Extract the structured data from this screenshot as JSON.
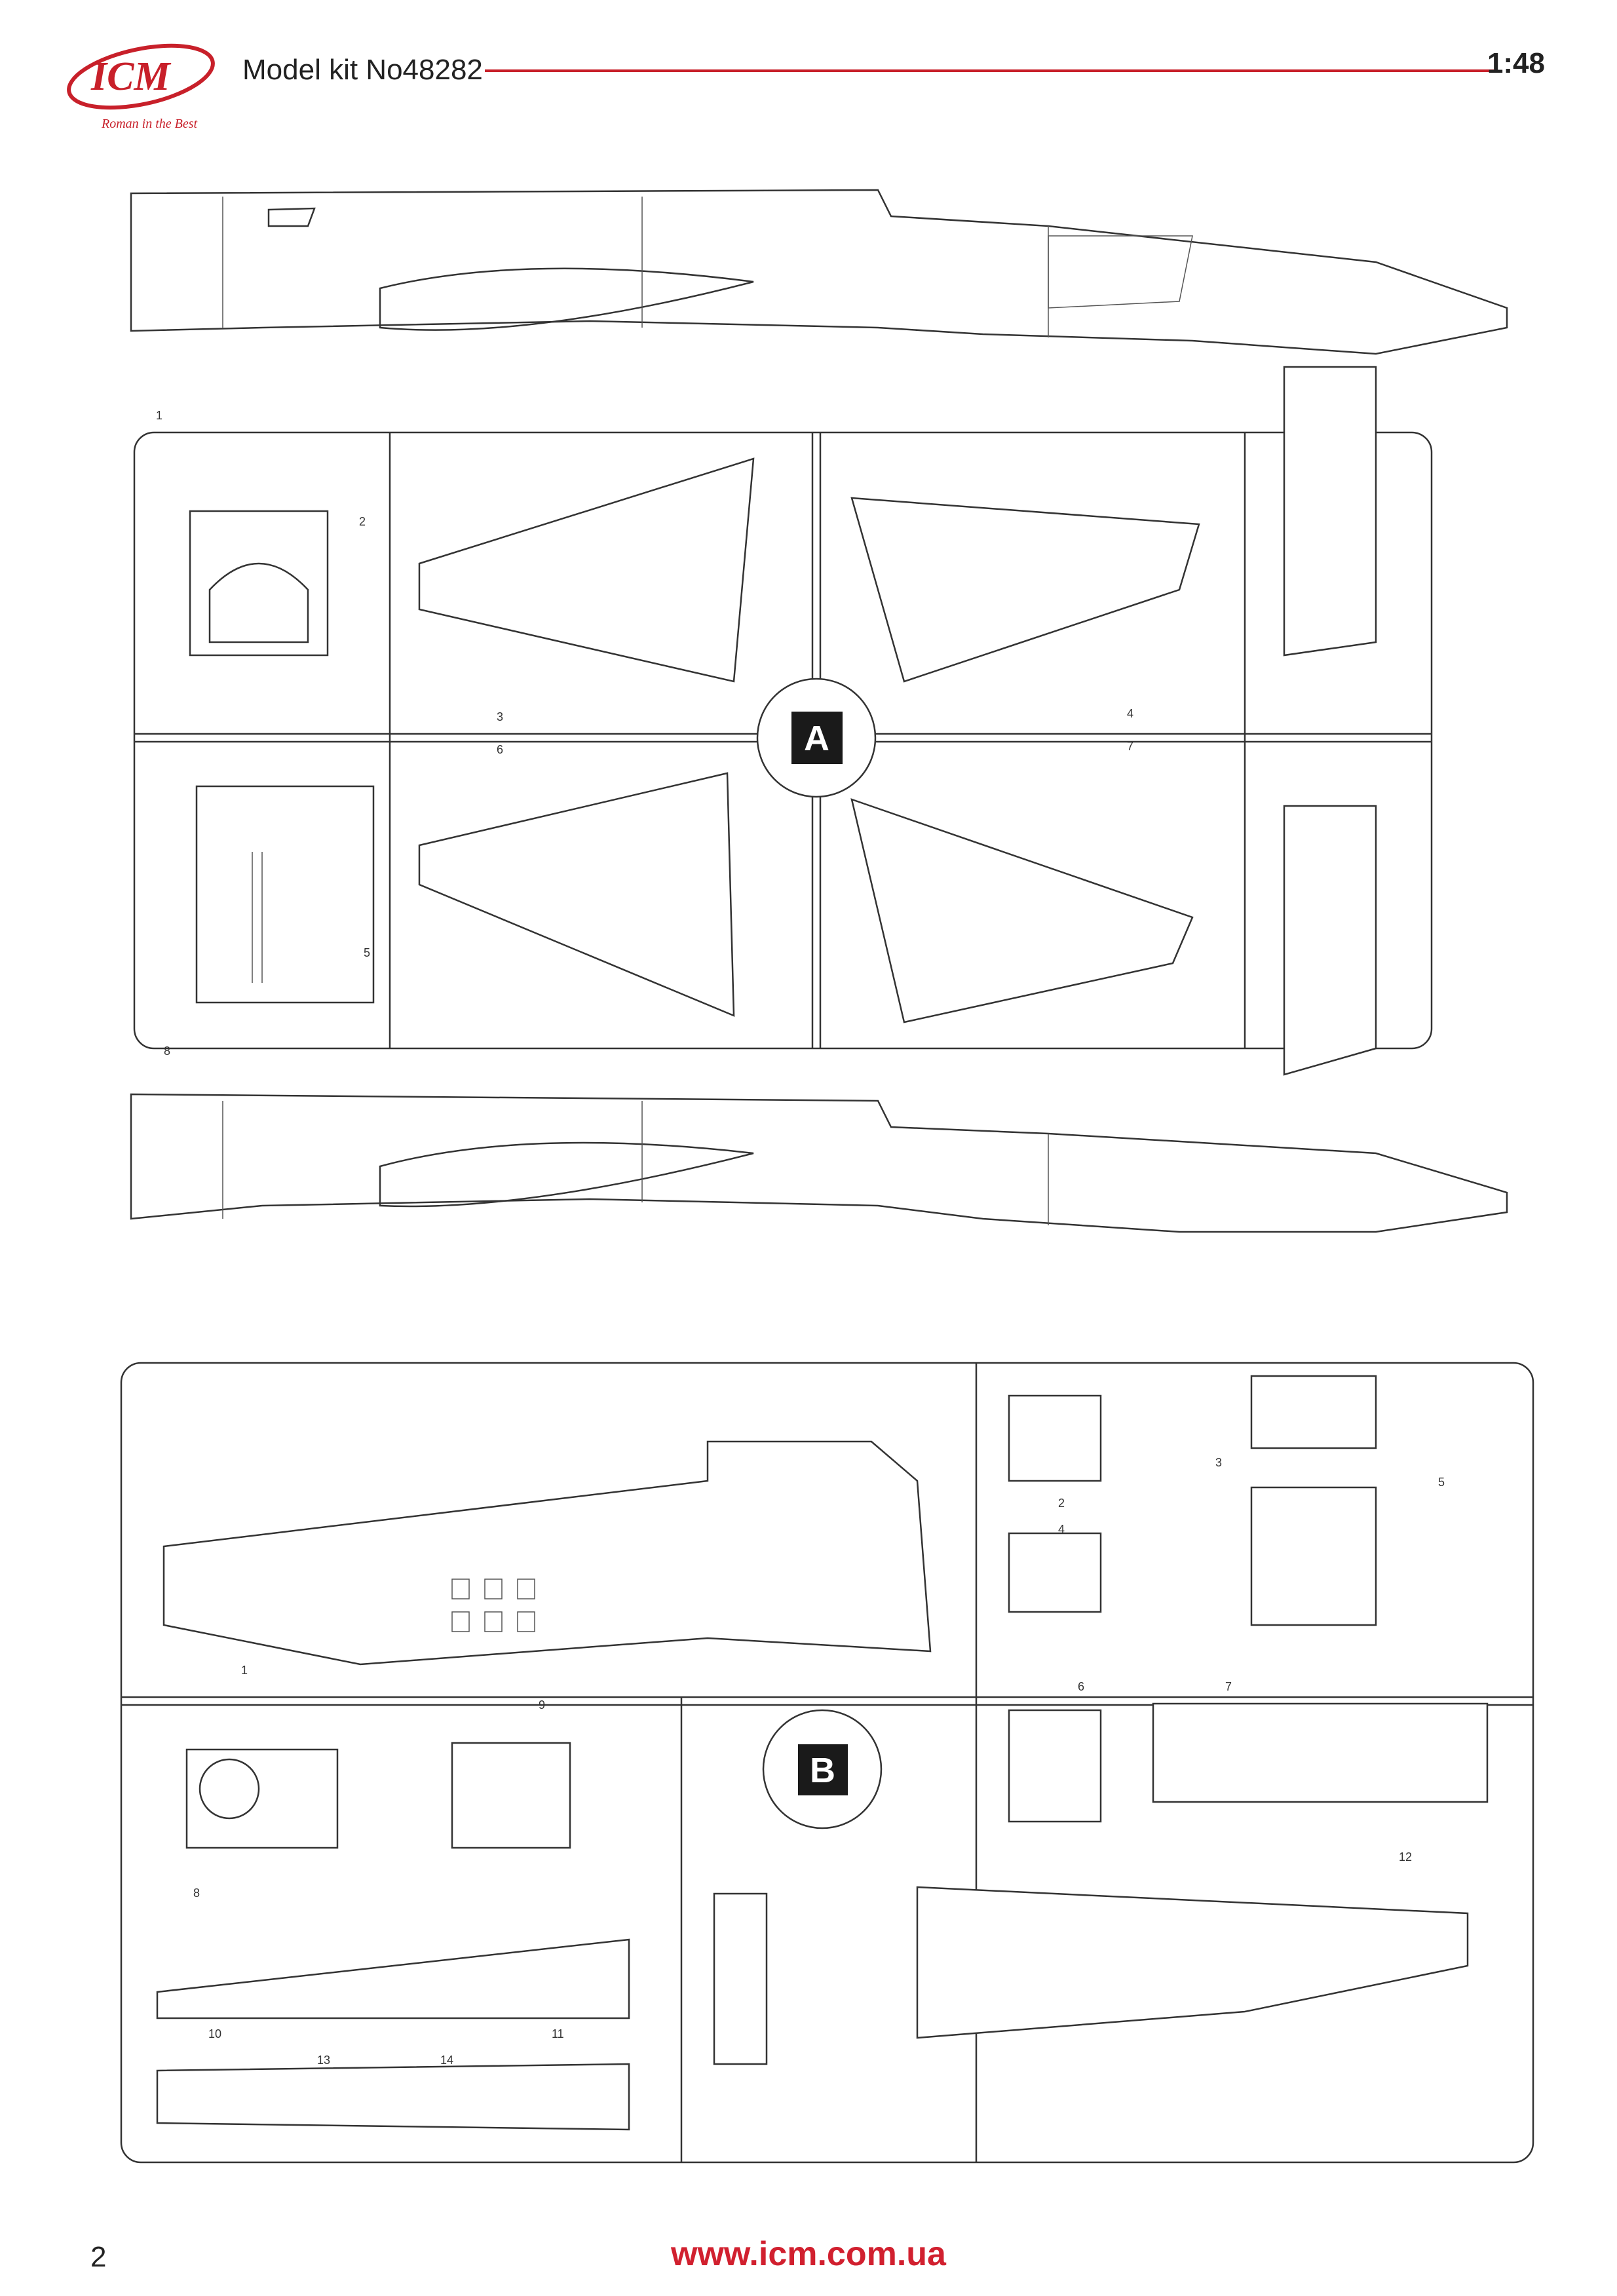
{
  "header": {
    "brand": "ICM",
    "tagline": "Roman in the Best",
    "kit_title": "Model kit No48282",
    "scale": "1:48",
    "brand_color": "#c8202a"
  },
  "sprue_a": {
    "letter": "A",
    "part_numbers": [
      "1",
      "2",
      "3",
      "4",
      "5",
      "6",
      "7",
      "8"
    ]
  },
  "sprue_b": {
    "letter": "B",
    "part_numbers": [
      "1",
      "2",
      "3",
      "4",
      "5",
      "6",
      "7",
      "8",
      "9",
      "10",
      "11",
      "12",
      "13",
      "14"
    ]
  },
  "footer": {
    "page_number": "2",
    "url": "www.icm.com.ua"
  }
}
